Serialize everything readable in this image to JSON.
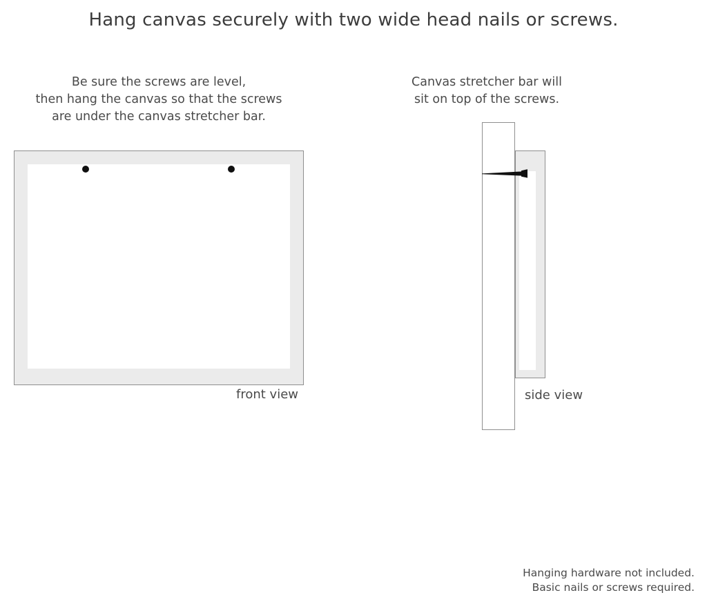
{
  "page": {
    "title": "Hang canvas securely with two wide head nails or screws.",
    "background_color": "#ffffff",
    "text_color": "#3f3f3f"
  },
  "front_view": {
    "caption": {
      "lines": [
        "Be sure the screws are level,",
        "then hang the canvas so that the screws",
        "are under the canvas stretcher bar."
      ]
    },
    "view_label": "front view",
    "frame_color": "#ebebeb",
    "frame_border_color": "#8e8e8e",
    "inner_color": "#ffffff",
    "screw_color": "#101010",
    "screws": [
      {
        "name": "left-screw"
      },
      {
        "name": "right-screw"
      }
    ]
  },
  "side_view": {
    "caption": {
      "lines": [
        "Canvas stretcher bar will",
        "sit on top of the screws."
      ]
    },
    "view_label": "side view",
    "wall_color": "#ffffff",
    "wall_border_color": "#8e8e8e",
    "canvas_color": "#ebebeb",
    "canvas_inner_color": "#ffffff",
    "nail_color": "#101010"
  },
  "footer": {
    "lines": [
      "Hanging hardware not included.",
      "Basic nails or screws required."
    ]
  }
}
